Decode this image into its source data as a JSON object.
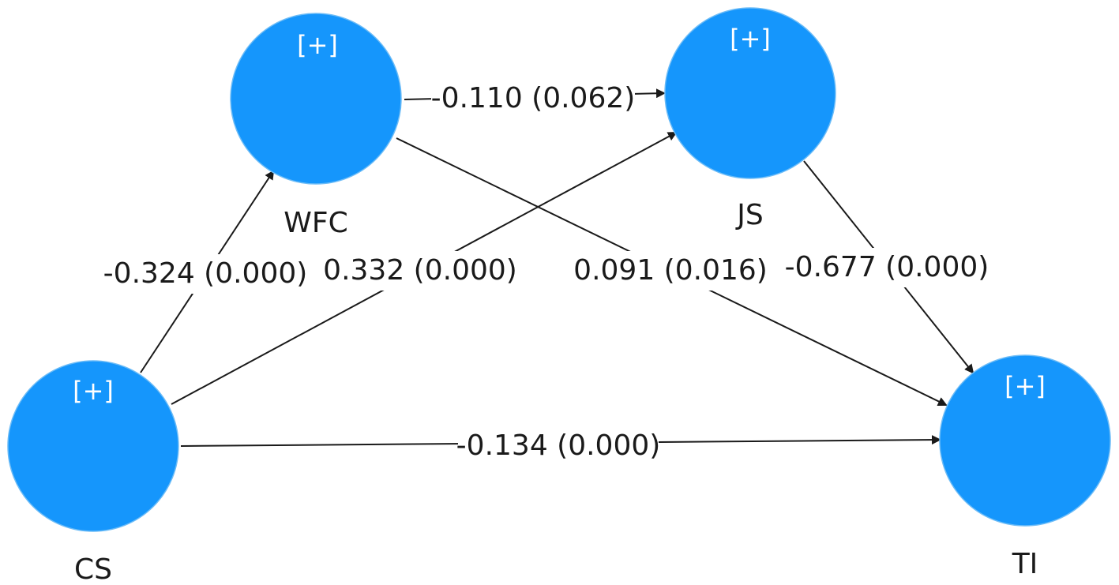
{
  "diagram": {
    "nodes": {
      "wfc": {
        "label": "WFC",
        "expand": "[+]",
        "color": "#1596fc"
      },
      "js": {
        "label": "JS",
        "expand": "[+]",
        "color": "#1596fc"
      },
      "cs": {
        "label": "CS",
        "expand": "[+]",
        "color": "#1596fc"
      },
      "ti": {
        "label": "TI",
        "expand": "[+]",
        "color": "#1596fc"
      }
    },
    "edges": {
      "wfc_js": {
        "from": "WFC",
        "to": "JS",
        "label": "-0.110 (0.062)"
      },
      "cs_wfc": {
        "from": "CS",
        "to": "WFC",
        "label": "-0.324 (0.000)"
      },
      "cs_js": {
        "from": "CS",
        "to": "JS",
        "label": "0.332 (0.000)"
      },
      "wfc_ti": {
        "from": "WFC",
        "to": "TI",
        "label": "0.091 (0.016)"
      },
      "js_ti": {
        "from": "JS",
        "to": "TI",
        "label": "-0.677 (0.000)"
      },
      "cs_ti": {
        "from": "CS",
        "to": "TI",
        "label": "-0.134 (0.000)"
      }
    }
  }
}
